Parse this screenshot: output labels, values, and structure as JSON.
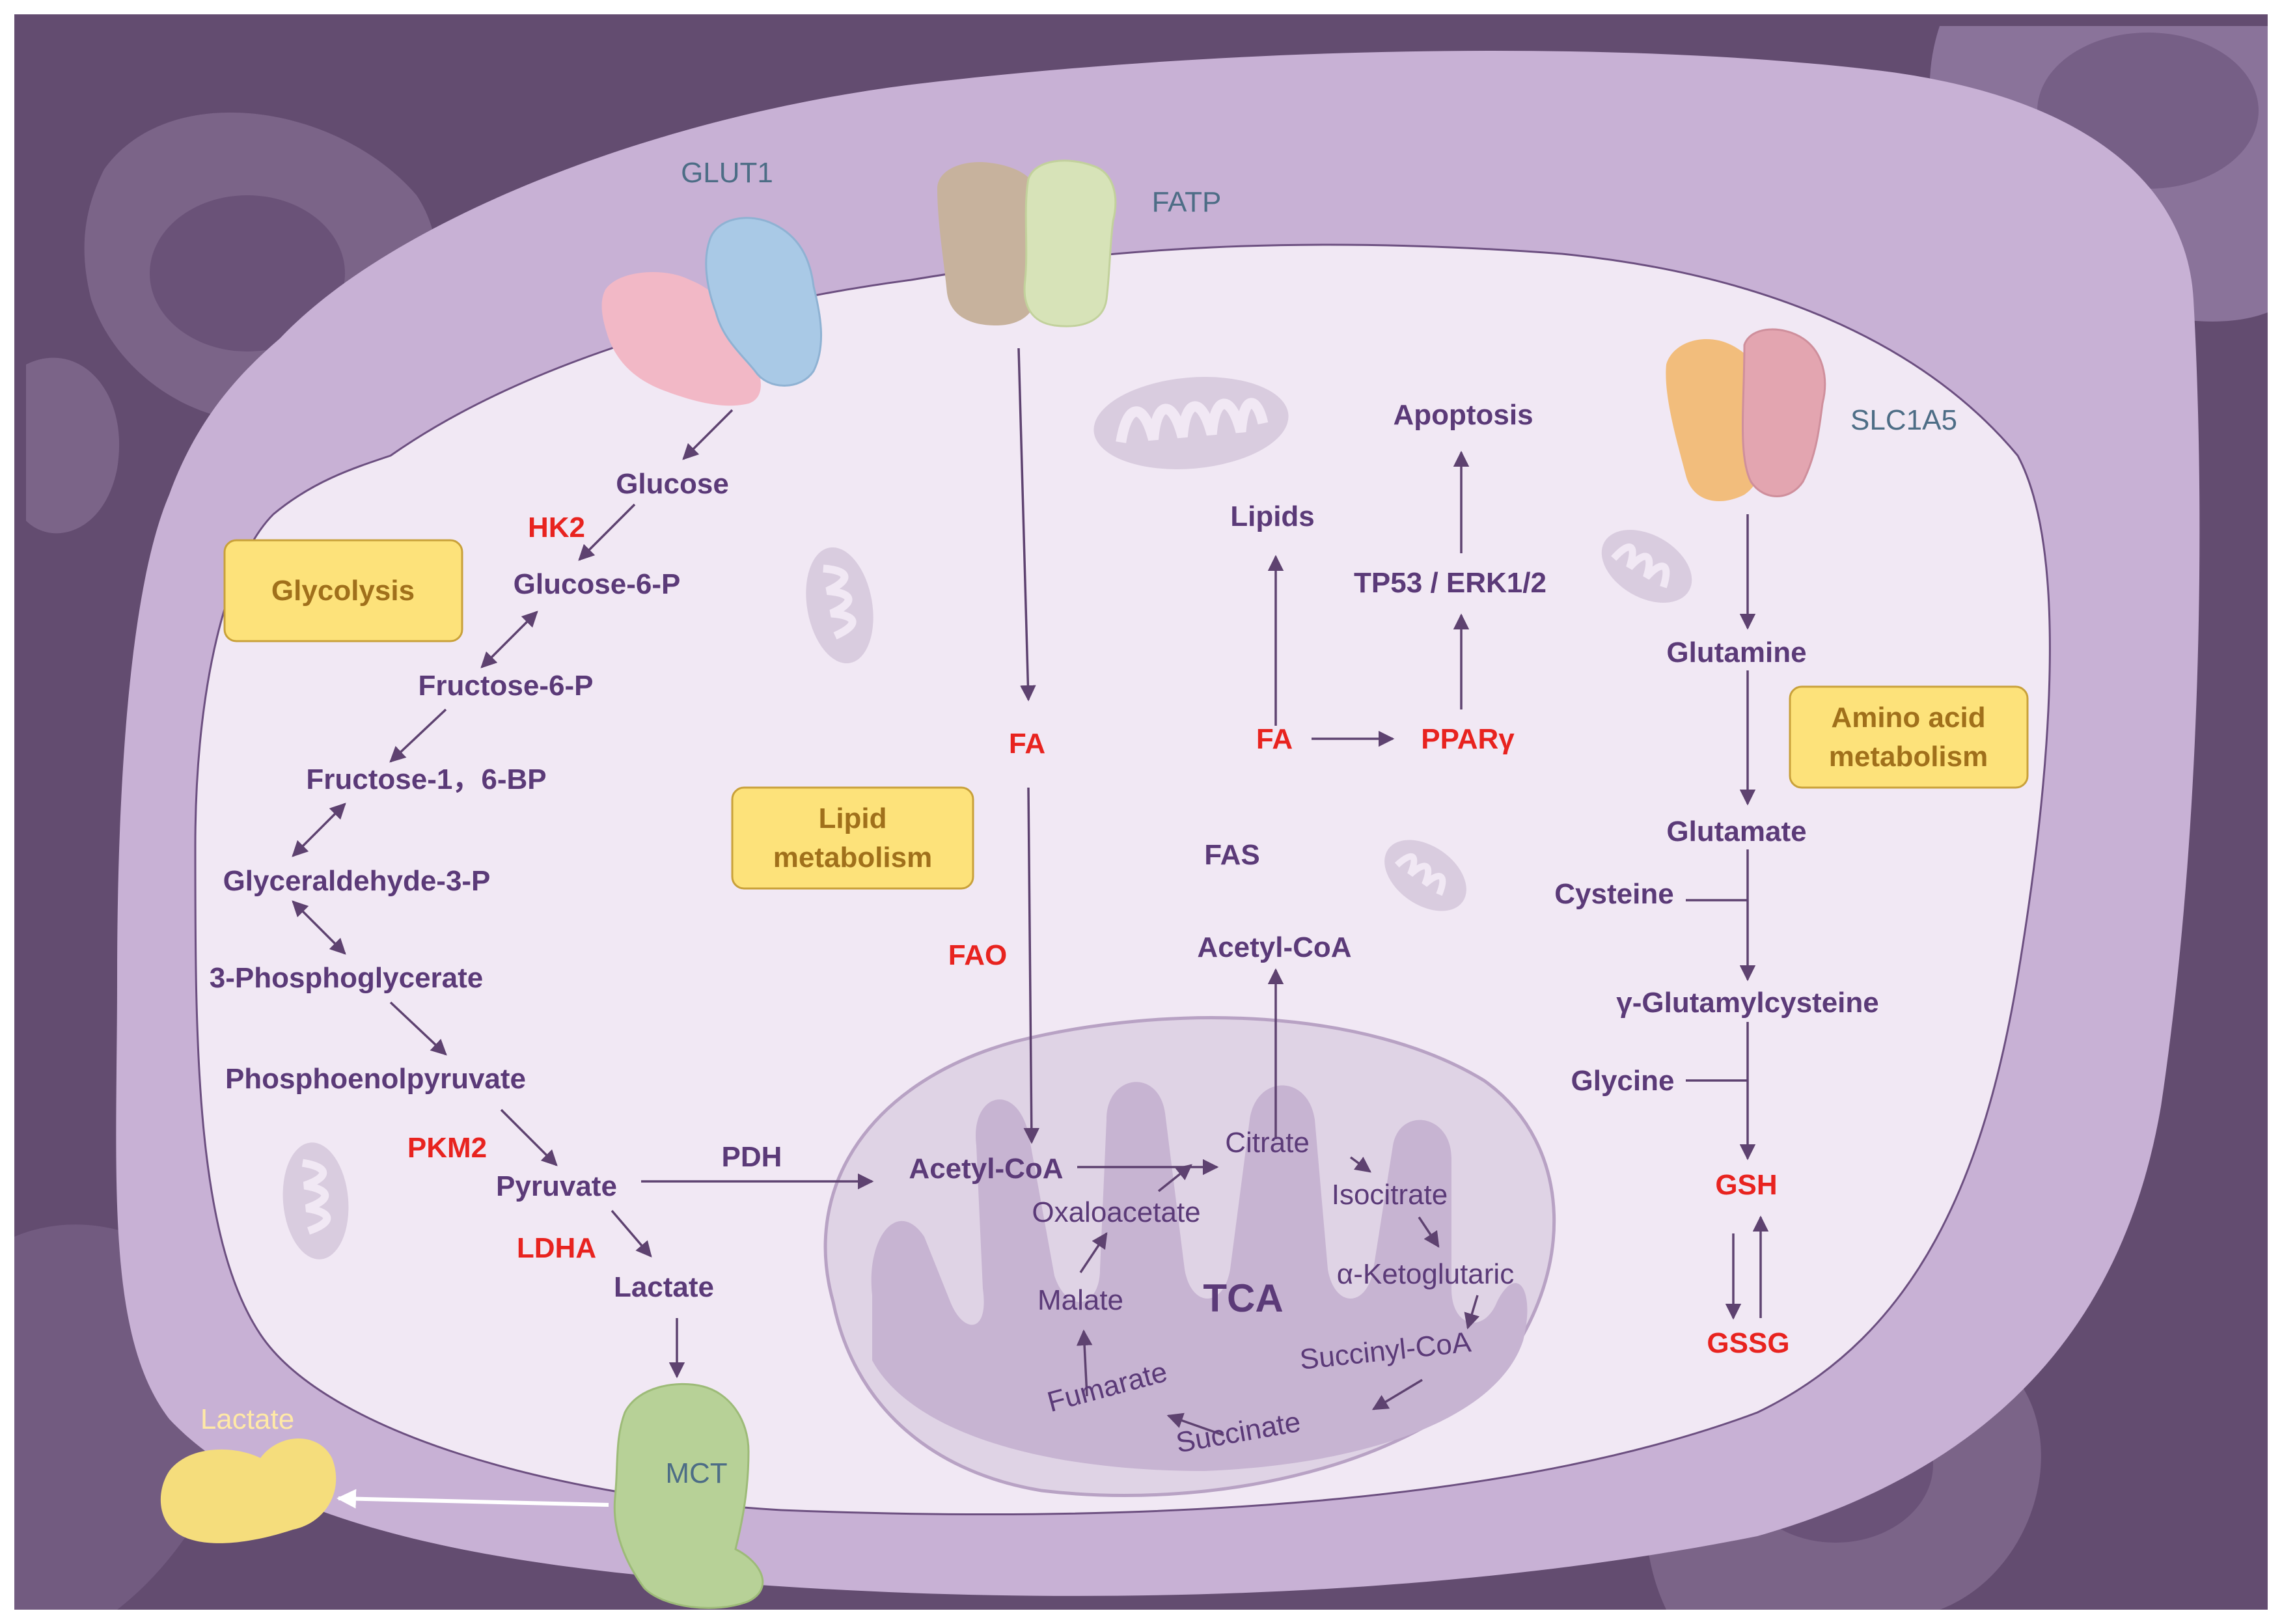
{
  "colors": {
    "background": "#634c70",
    "cell_outer": "#c8b1d5",
    "cytoplasm": "#f1e8f4",
    "mito": "#dfd3e5",
    "mito_inner": "#c7b4d2",
    "metabolite_text": "#5b3a78",
    "enzyme_text": "#e8231f",
    "protein_text": "#4d6d86",
    "arrow": "#5e4270",
    "box_fill": "#fde27a",
    "box_text": "#a0701b",
    "export_arrow": "#ffffff",
    "export_lactate_label": "#ffe9a6"
  },
  "proteins": {
    "glut1": "GLUT1",
    "fatp": "FATP",
    "slc1a5": "SLC1A5",
    "mct": "MCT"
  },
  "boxes": {
    "glycolysis": "Glycolysis",
    "lipid_line1": "Lipid",
    "lipid_line2": "metabolism",
    "amino_line1": "Amino acid",
    "amino_line2": "metabolism"
  },
  "glycolysis": {
    "glucose": "Glucose",
    "hk2": "HK2",
    "g6p": "Glucose-6-P",
    "f6p": "Fructose-6-P",
    "f16bp": "Fructose-1，6-BP",
    "gap": "Glyceraldehyde-3-P",
    "pg3": "3-Phosphoglycerate",
    "pep": "Phosphoenolpyruvate",
    "pkm2": "PKM2",
    "pyruvate": "Pyruvate",
    "ldha": "LDHA",
    "lactate": "Lactate",
    "pdh": "PDH",
    "lactate_out": "Lactate"
  },
  "lipid": {
    "fa_in": "FA",
    "fao": "FAO",
    "acetyl_coa_mito": "Acetyl-CoA",
    "acetyl_coa_cyto": "Acetyl-CoA",
    "fas": "FAS",
    "fa_syn": "FA",
    "lipids": "Lipids",
    "ppar": "PPARγ",
    "tp53": "TP53 / ERK1/2",
    "apoptosis": "Apoptosis"
  },
  "tca": {
    "label": "TCA",
    "citrate": "Citrate",
    "isocitrate": "Isocitrate",
    "akg": "α-Ketoglutaric",
    "succinyl": "Succinyl-CoA",
    "succinate": "Succinate",
    "fumarate": "Fumarate",
    "malate": "Malate",
    "oxaloacetate": "Oxaloacetate"
  },
  "amino": {
    "glutamine": "Glutamine",
    "glutamate": "Glutamate",
    "cysteine": "Cysteine",
    "gglu_cys": "γ-Glutamylcysteine",
    "glycine": "Glycine",
    "gsh": "GSH",
    "gssg": "GSSG"
  }
}
